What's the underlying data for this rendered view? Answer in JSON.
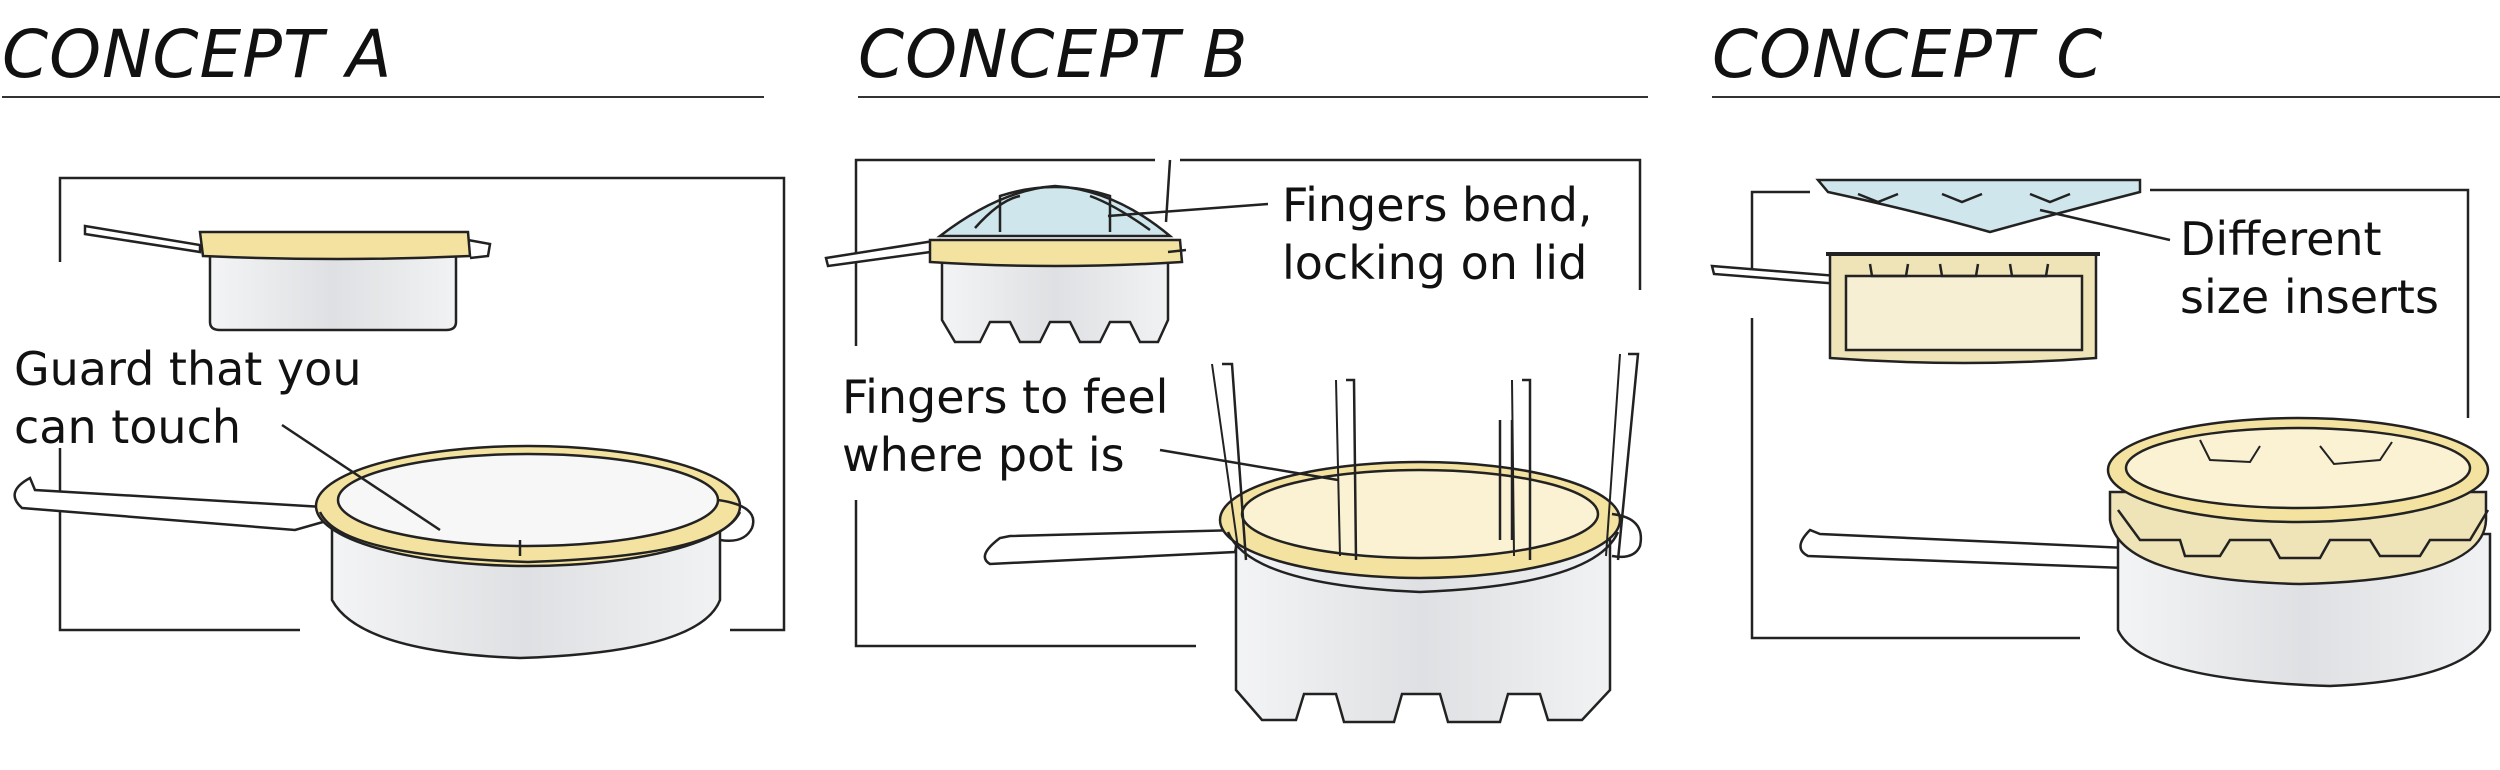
{
  "concepts": [
    {
      "title": "CONCEPT A",
      "annotations": [
        {
          "lines": [
            "Guard that you",
            "can touch"
          ]
        }
      ]
    },
    {
      "title": "CONCEPT B",
      "annotations": [
        {
          "lines": [
            "Fingers bend,",
            "locking on lid"
          ]
        },
        {
          "lines": [
            "Fingers to feel",
            "where pot is"
          ]
        }
      ]
    },
    {
      "title": "CONCEPT C",
      "annotations": [
        {
          "lines": [
            "Different",
            "size inserts"
          ]
        }
      ]
    }
  ],
  "colors": {
    "guard": "#f4e3a0",
    "lid": "#cfe6ec",
    "pot": "#e9eaec",
    "insert": "#efe3b8",
    "ink": "#222222"
  }
}
